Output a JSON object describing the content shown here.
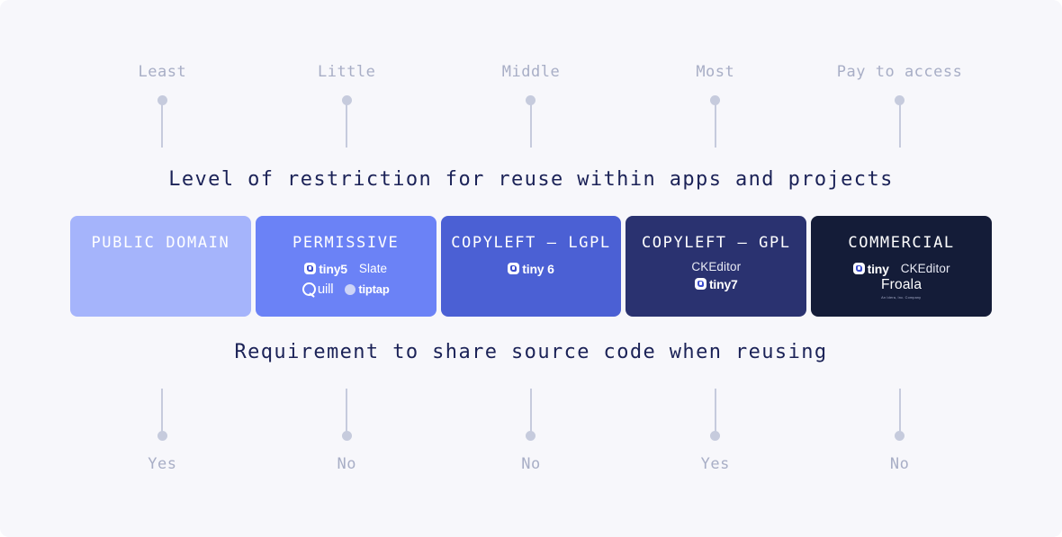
{
  "background_color": "#f7f7fb",
  "top_axis": {
    "name": "restriction-scale",
    "caption": "Level of restriction for reuse within apps and projects",
    "markers": [
      {
        "label": "Least"
      },
      {
        "label": "Little"
      },
      {
        "label": "Middle"
      },
      {
        "label": "Most"
      },
      {
        "label": "Pay to access"
      }
    ]
  },
  "bottom_axis": {
    "name": "source-sharing-scale",
    "caption": "Requirement to share source code when reusing",
    "markers": [
      {
        "label": "Yes"
      },
      {
        "label": "No"
      },
      {
        "label": "No"
      },
      {
        "label": "Yes"
      },
      {
        "label": "No"
      }
    ]
  },
  "cards": [
    {
      "title": "PUBLIC DOMAIN",
      "color": "#a5b4fb",
      "logo_rows": []
    },
    {
      "title": "PERMISSIVE",
      "color": "#6b82f6",
      "logo_rows": [
        [
          {
            "type": "tiny",
            "label": "tiny5"
          },
          {
            "type": "slate",
            "label": "Slate"
          }
        ],
        [
          {
            "type": "quill",
            "label": "Quill"
          },
          {
            "type": "tiptap",
            "label": "tiptap"
          }
        ]
      ]
    },
    {
      "title": "COPYLEFT — LGPL",
      "color": "#4b60d4",
      "logo_rows": [
        [
          {
            "type": "tiny",
            "label": "tiny 6"
          }
        ]
      ]
    },
    {
      "title": "COPYLEFT — GPL",
      "color": "#2a3270",
      "logo_rows": [
        [
          {
            "type": "ckeditor",
            "label": "CKEditor"
          }
        ],
        [
          {
            "type": "tiny",
            "label": "tiny7"
          }
        ]
      ]
    },
    {
      "title": "COMMERCIAL",
      "color": "#141c38",
      "logo_rows": [
        [
          {
            "type": "tiny",
            "label": "tiny"
          },
          {
            "type": "ckeditor",
            "label": "CKEditor"
          }
        ],
        [
          {
            "type": "froala",
            "label": "Froala",
            "sublabel": "An Idera, Inc. Company"
          }
        ]
      ]
    }
  ]
}
